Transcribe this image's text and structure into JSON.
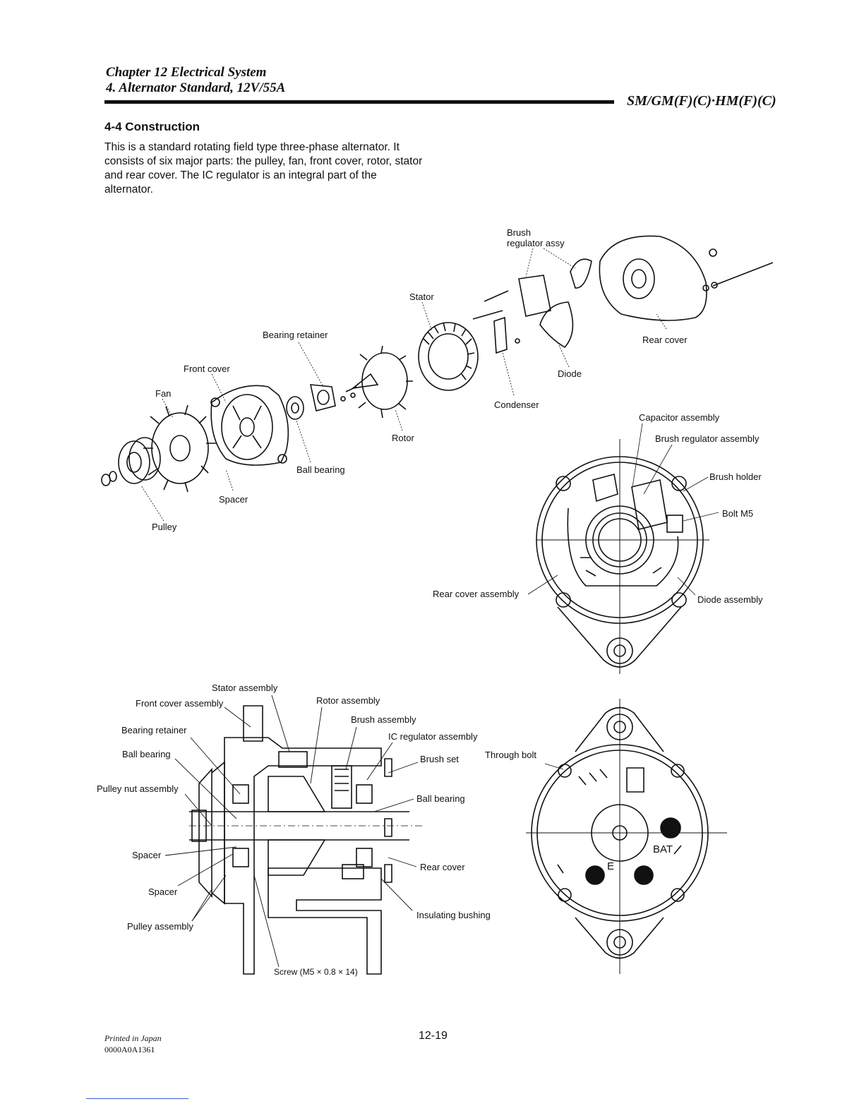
{
  "header": {
    "chapter": "Chapter 12 Electrical System",
    "section": "4. Alternator Standard, 12V/55A",
    "model": "SM/GM(F)(C)·HM(F)(C)"
  },
  "content": {
    "heading": "4-4 Construction",
    "paragraph": "This is a standard rotating field type three-phase alternator. It consists of six major parts: the pulley, fan, front cover, rotor, stator and rear cover. The IC regulator is an integral part of the alternator."
  },
  "exploded_labels": {
    "brush_regulator": "Brush\nregulator assy",
    "stator": "Stator",
    "bearing_retainer": "Bearing retainer",
    "front_cover": "Front cover",
    "fan": "Fan",
    "rear_cover": "Rear cover",
    "diode": "Diode",
    "condenser": "Condenser",
    "rotor": "Rotor",
    "ball_bearing": "Ball bearing",
    "spacer": "Spacer",
    "pulley": "Pulley"
  },
  "rear_assembly_labels": {
    "capacitor": "Capacitor assembly",
    "brush_regulator": "Brush regulator assembly",
    "brush_holder": "Brush holder",
    "bolt": "Bolt M5",
    "rear_cover_assembly": "Rear cover assembly",
    "diode_assembly": "Diode assembly"
  },
  "section_labels": {
    "stator_assembly": "Stator assembly",
    "front_cover_assembly": "Front cover assembly",
    "rotor_assembly": "Rotor assembly",
    "brush_assembly": "Brush assembly",
    "bearing_retainer": "Bearing retainer",
    "ic_regulator": "IC regulator assembly",
    "ball_bearing_left": "Ball bearing",
    "brush_set": "Brush set",
    "pulley_nut": "Pulley nut assembly",
    "ball_bearing_right": "Ball bearing",
    "spacer1": "Spacer",
    "rear_cover": "Rear cover",
    "spacer2": "Spacer",
    "insulating_bushing": "Insulating bushing",
    "pulley_assembly": "Pulley assembly",
    "screw": "Screw (M5 × 0.8 × 14)"
  },
  "back_view_labels": {
    "through_bolt": "Through bolt",
    "bat": "BAT",
    "e": "E"
  },
  "footer": {
    "printed": "Printed in Japan",
    "doc_id": "0000A0A1361",
    "page": "12-19"
  }
}
